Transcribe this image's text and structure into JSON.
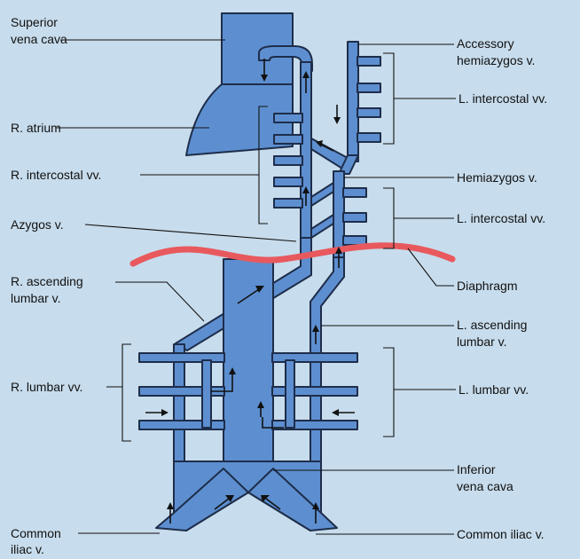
{
  "colors": {
    "background": "#c7dcec",
    "vein_fill": "#5d8fd0",
    "vein_outline": "#1e2d4a",
    "diaphragm": "#e8595e",
    "text": "#111111"
  },
  "labels": {
    "superior_vena_cava": [
      "Superior",
      "vena cava"
    ],
    "r_atrium": "R. atrium",
    "r_intercostal": "R. intercostal vv.",
    "azygos": "Azygos v.",
    "r_ascending_lumbar": [
      "R. ascending",
      "lumbar v."
    ],
    "r_lumbar": "R. lumbar vv.",
    "common_iliac_left": [
      "Common",
      "iliac v."
    ],
    "accessory_hemiazygos": [
      "Accessory",
      "hemiazygos v."
    ],
    "l_intercostal_upper": "L. intercostal vv.",
    "hemiazygos": "Hemiazygos v.",
    "l_intercostal_lower": "L. intercostal vv.",
    "diaphragm": "Diaphragm",
    "l_ascending_lumbar": [
      "L. ascending",
      "lumbar v."
    ],
    "l_lumbar": "L. lumbar vv.",
    "inferior_vena_cava": [
      "Inferior",
      "vena cava"
    ],
    "common_iliac_right": "Common iliac v."
  }
}
